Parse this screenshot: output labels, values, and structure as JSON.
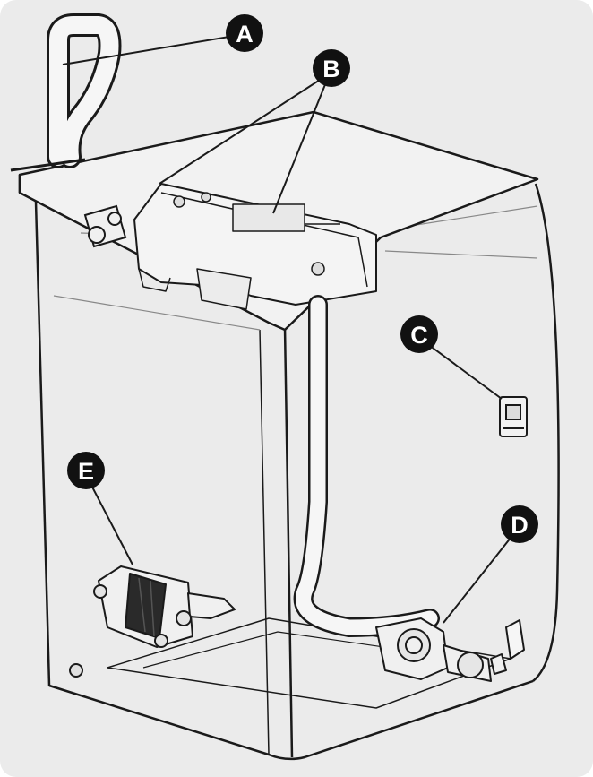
{
  "callouts": [
    {
      "id": "A",
      "label": "A"
    },
    {
      "id": "B",
      "label": "B"
    },
    {
      "id": "C",
      "label": "C"
    },
    {
      "id": "D",
      "label": "D"
    },
    {
      "id": "E",
      "label": "E"
    }
  ],
  "colors": {
    "background": "#ebebeb",
    "outline": "#1a1a1a",
    "part_fill": "#f4f4f4",
    "callout_fill": "#111111",
    "callout_text": "#ffffff"
  }
}
